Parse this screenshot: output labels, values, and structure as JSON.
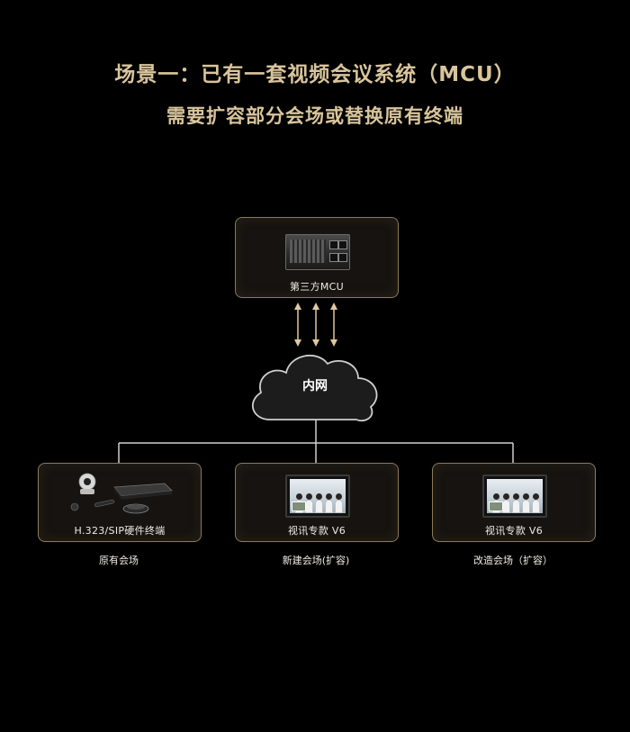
{
  "title_line1": "场景一：已有一套视频会议系统（MCU）",
  "title_line2": "需要扩容部分会场或替换原有终端",
  "mcu": {
    "label": "第三方MCU",
    "icon": "mcu-server-icon"
  },
  "network": {
    "label": "内网",
    "icon": "cloud-icon"
  },
  "sites": [
    {
      "device_label": "H.323/SIP硬件终端",
      "caption": "原有会场",
      "icon": "video-conference-terminal-icon"
    },
    {
      "device_label": "视讯专款 V6",
      "caption": "新建会场(扩容)",
      "icon": "video-conference-screen-icon"
    },
    {
      "device_label": "视讯专款 V6",
      "caption": "改造会场（扩容）",
      "icon": "video-conference-screen-icon"
    }
  ],
  "colors": {
    "title": "#d9c59c",
    "box_border": "#8a7a5a",
    "line": "#cfcfcf",
    "arrow": "#e0c9a0"
  }
}
